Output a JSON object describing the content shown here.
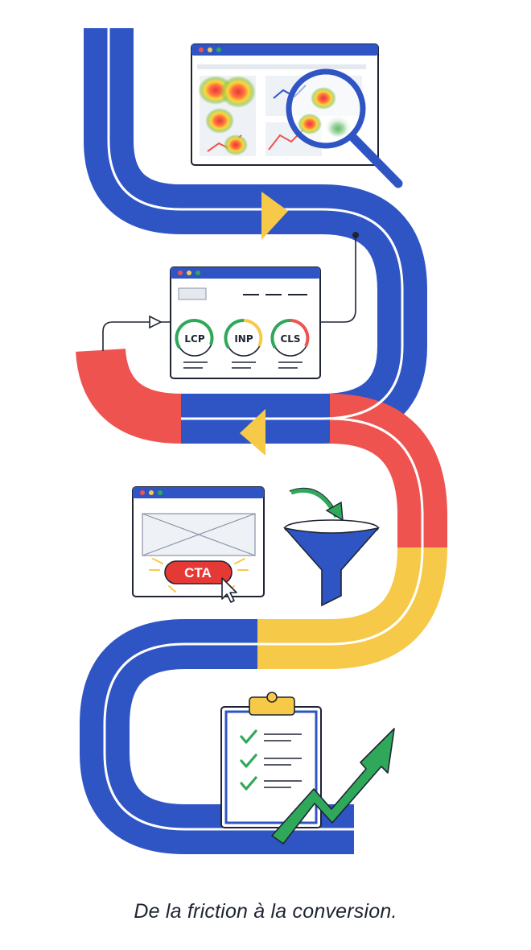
{
  "caption": "De la friction à la conversion.",
  "vitals": {
    "lcp": "LCP",
    "inp": "INP",
    "cls": "CLS"
  },
  "cta_label": "CTA",
  "colors": {
    "road_blue": "#2f55c4",
    "road_red": "#ef5350",
    "road_yellow": "#f7c948",
    "accent_green": "#2fa85a",
    "outline": "#1f2433"
  }
}
